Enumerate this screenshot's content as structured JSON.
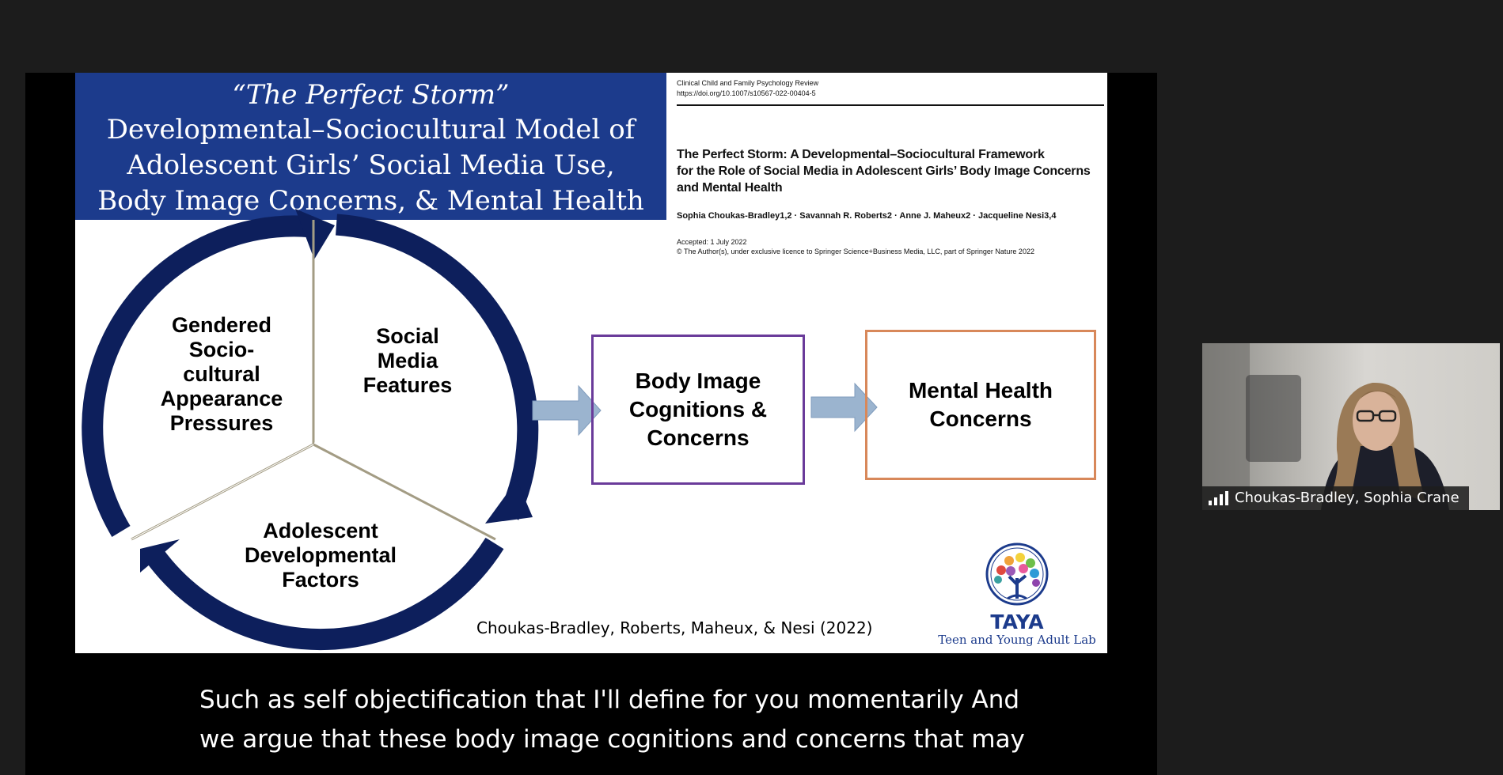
{
  "slide": {
    "title_line1": "“The Perfect Storm”",
    "title_line2": "Developmental–Sociocultural Model of",
    "title_line3": "Adolescent Girls’ Social Media Use,",
    "title_line4": "Body Image Concerns, & Mental Health",
    "paper": {
      "journal": "Clinical Child and Family Psychology Review",
      "doi": "https://doi.org/10.1007/s10567-022-00404-5",
      "title_line1": "The Perfect Storm: A Developmental–Sociocultural Framework",
      "title_line2": "for the Role of Social Media in Adolescent Girls’ Body Image Concerns",
      "title_line3": "and Mental Health",
      "authors": "Sophia Choukas-Bradley1,2 · Savannah R. Roberts2 · Anne J. Maheux2 · Jacqueline Nesi3,4",
      "accepted": "Accepted: 1 July 2022",
      "copyright": "© The Author(s), under exclusive licence to Springer Science+Business Media, LLC, part of Springer Nature 2022"
    },
    "cycle": {
      "segment1_line1": "Gendered",
      "segment1_line2": "Socio-",
      "segment1_line3": "cultural",
      "segment1_line4": "Appearance",
      "segment1_line5": "Pressures",
      "segment2_line1": "Social",
      "segment2_line2": "Media",
      "segment2_line3": "Features",
      "segment3_line1": "Adolescent",
      "segment3_line2": "Developmental",
      "segment3_line3": "Factors"
    },
    "box_body_line1": "Body Image",
    "box_body_line2": "Cognitions &",
    "box_body_line3": "Concerns",
    "box_mental_line1": "Mental Health",
    "box_mental_line2": "Concerns",
    "citation": "Choukas-Bradley, Roberts, Maheux, & Nesi (2022)",
    "logo_name": "TAYA",
    "logo_subtitle": "Teen and Young Adult Lab"
  },
  "caption": {
    "line1": "Such as self objectification that I'll define for you momentarily And",
    "line2": "we argue that these body image cognitions and concerns that may"
  },
  "participant": {
    "name": "Choukas-Bradley, Sophia Crane"
  },
  "colors": {
    "title_bg": "#1c3b8c",
    "cycle_navy": "#0d1f5c",
    "arrow_blue": "#9bb4cf",
    "box_body_border": "#6a3b9a",
    "box_mental_border": "#d8885a"
  }
}
